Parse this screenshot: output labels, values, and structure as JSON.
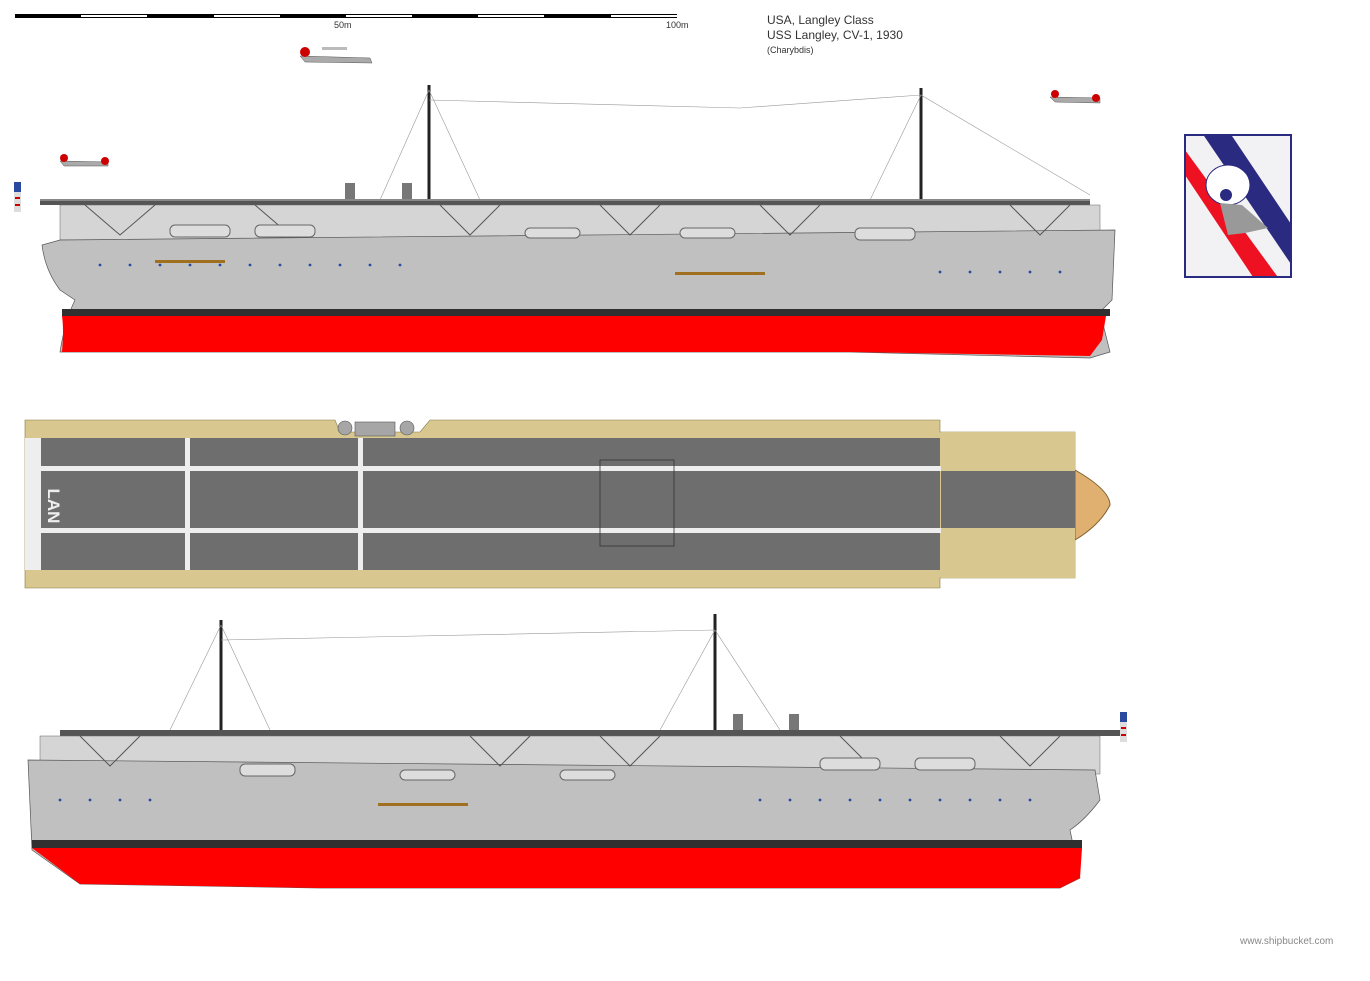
{
  "scale": {
    "mid_label": "50m",
    "end_label": "100m"
  },
  "title": {
    "line1": "USA, Langley Class",
    "line2": "USS Langley, CV-1, 1930",
    "author": "(Charybdis)"
  },
  "deck_marking": "LAN",
  "watermark": "www.shipbucket.com",
  "colors": {
    "hull": "#c0c0c0",
    "antifouling": "#ff0000",
    "boot": "#303030",
    "deck": "#6e6e6e",
    "wood": "#d8c890",
    "insignia_blue": "#2a2a80",
    "insignia_red": "#ee1122"
  }
}
